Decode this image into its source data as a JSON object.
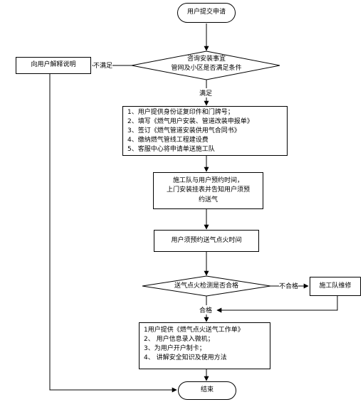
{
  "nodes": {
    "start": "用户提交申请",
    "check_line1": "咨询安装事宜",
    "check_line2": "管网及小区是否满足条件",
    "explain": "向用户解释说明",
    "steps1": [
      "1、用户提供身份证复印件和门牌号；",
      "2、填写《燃气用户安装、管道改装申报单》",
      "3、签订《燃气管道安装供用气合同书》",
      "4、缴纳燃气管线工程建设费",
      "5、客服中心将申请单送施工队"
    ],
    "appoint_line1": "施工队与用户预约时间，",
    "appoint_line2": "上门安装挂表并告知用户须预",
    "appoint_line3": "约送气",
    "ignite_time": "用户须预约送气点火时间",
    "ignite_check": "送气点火检测是否合格",
    "repair": "施工队维修",
    "steps2": [
      "1用户提供《燃气点火送气工作单》",
      "2、 用户信息录入微机；",
      "3、为用户开户制卡；",
      "4、 讲解安全知识及使用方法"
    ],
    "end": "结束"
  },
  "labels": {
    "not_satisfied": "不满足",
    "satisfied": "满足",
    "fail": "不合格",
    "pass": "合格"
  }
}
